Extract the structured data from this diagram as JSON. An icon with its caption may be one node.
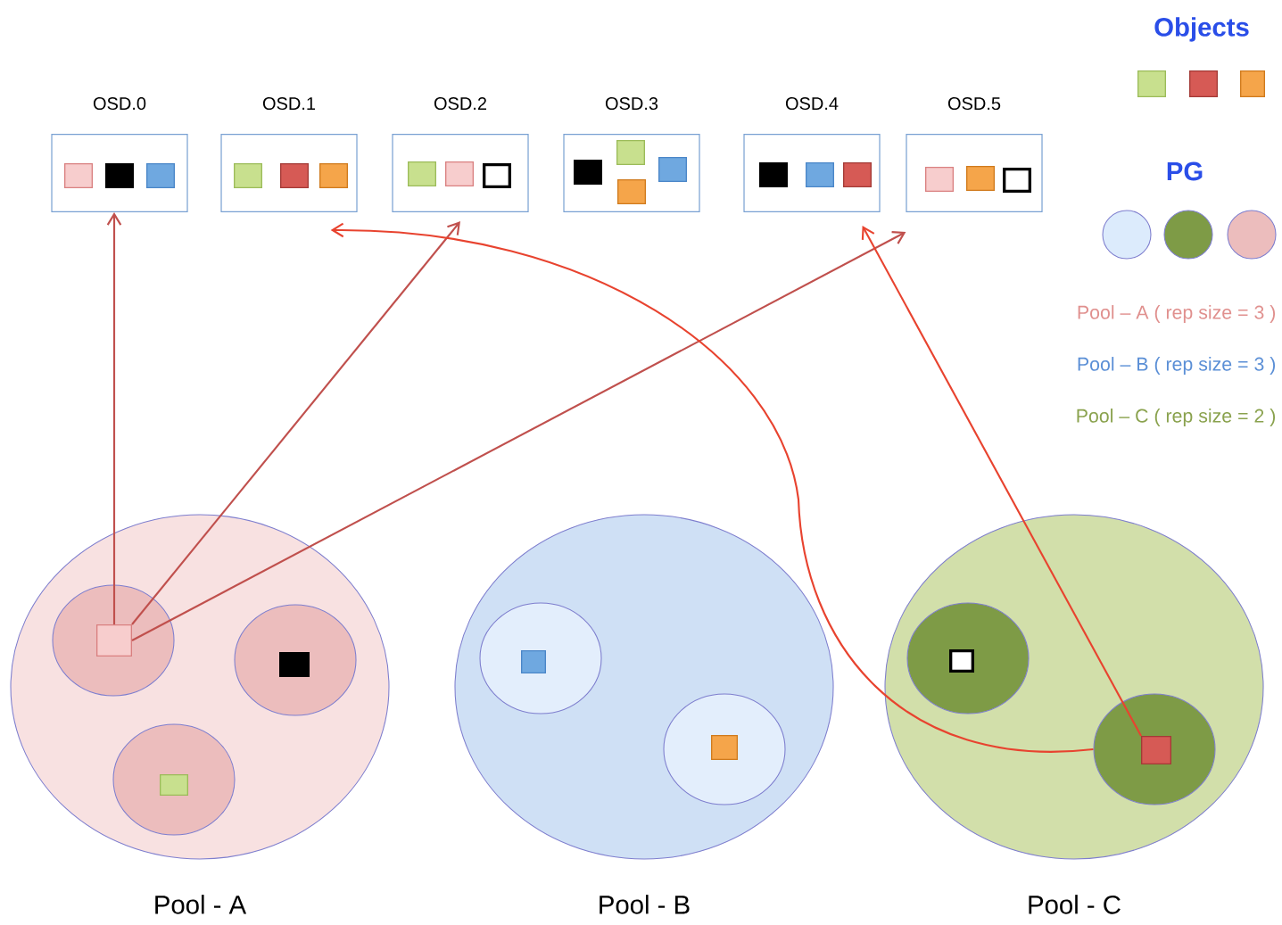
{
  "diagram": {
    "nodes": [
      {
        "text": [
          "OSD.0"
        ]
      },
      {
        "text": [],
        "shape": "box",
        "in": 0
      },
      {
        "text": [],
        "shape": "box",
        "in": 0
      },
      {
        "text": [],
        "shape": "box",
        "in": 0
      },
      {
        "text": [
          "OSD.1"
        ]
      },
      {
        "text": [],
        "shape": "box",
        "in": 4
      },
      {
        "text": [],
        "shape": "box",
        "in": 4
      },
      {
        "text": [],
        "shape": "box",
        "in": 4
      },
      {
        "text": [
          "OSD.2"
        ]
      },
      {
        "text": [],
        "shape": "box",
        "in": 8
      },
      {
        "text": [],
        "shape": "box",
        "in": 8
      },
      {
        "text": [],
        "shape": "box",
        "in": 8
      },
      {
        "text": [
          "OSD.3"
        ]
      },
      {
        "text": [],
        "shape": "box",
        "in": 12
      },
      {
        "text": [],
        "shape": "box",
        "in": 12
      },
      {
        "text": [],
        "shape": "box",
        "in": 12
      },
      {
        "text": [],
        "shape": "box",
        "in": 12
      },
      {
        "text": [
          "OSD.4"
        ]
      },
      {
        "text": [],
        "shape": "box",
        "in": 17
      },
      {
        "text": [],
        "shape": "box",
        "in": 17
      },
      {
        "text": [],
        "shape": "box",
        "in": 17
      },
      {
        "text": [
          "OSD.5"
        ]
      },
      {
        "text": [],
        "shape": "box",
        "in": 21
      },
      {
        "text": [],
        "shape": "box",
        "in": 21
      },
      {
        "text": [],
        "shape": "box",
        "in": 21
      },
      {
        "text": [
          "Pool - A"
        ]
      },
      {
        "text": [],
        "shape": "circle",
        "in": 25
      },
      {
        "text": [],
        "shape": "box",
        "in": 26
      },
      {
        "text": [],
        "shape": "circle",
        "in": 25
      },
      {
        "text": [],
        "shape": "box",
        "in": 28
      },
      {
        "text": [],
        "shape": "circle",
        "in": 25
      },
      {
        "text": [],
        "shape": "box",
        "in": 30
      },
      {
        "text": [
          "Pool - B"
        ]
      },
      {
        "text": [],
        "shape": "circle",
        "in": 32
      },
      {
        "text": [],
        "shape": "box",
        "in": 33
      },
      {
        "text": [],
        "shape": "circle",
        "in": 32
      },
      {
        "text": [],
        "shape": "box",
        "in": 35
      },
      {
        "text": [
          "Pool - C"
        ]
      },
      {
        "text": [],
        "shape": "circle",
        "in": 37
      },
      {
        "text": [],
        "shape": "box",
        "in": 38
      },
      {
        "text": [],
        "shape": "circle",
        "in": 37
      },
      {
        "text": [],
        "shape": "box",
        "in": 40
      },
      {
        "text": [],
        "shape": "box"
      },
      {
        "text": [],
        "shape": "box"
      },
      {
        "text": [],
        "shape": "box"
      },
      {
        "text": [],
        "shape": "circle"
      },
      {
        "text": [],
        "shape": "circle"
      },
      {
        "text": [],
        "shape": "circle"
      }
    ],
    "edges": [
      {
        "from": 27,
        "to": 0,
        "arrow": "to"
      },
      {
        "from": 27,
        "to": 8,
        "arrow": "to"
      },
      {
        "from": 27,
        "to": 21,
        "arrow": "to"
      },
      {
        "from": 40,
        "to": 4,
        "arrow": "to",
        "color": "#e8432f"
      },
      {
        "from": 41,
        "to": 17,
        "arrow": "to",
        "color": "#e8432f"
      }
    ],
    "labels": [
      "Objects",
      "PG",
      "Pool – A ( rep size = 3 )",
      "Pool – B ( rep size = 3 )",
      "Pool – C ( rep size = 2 )"
    ]
  }
}
